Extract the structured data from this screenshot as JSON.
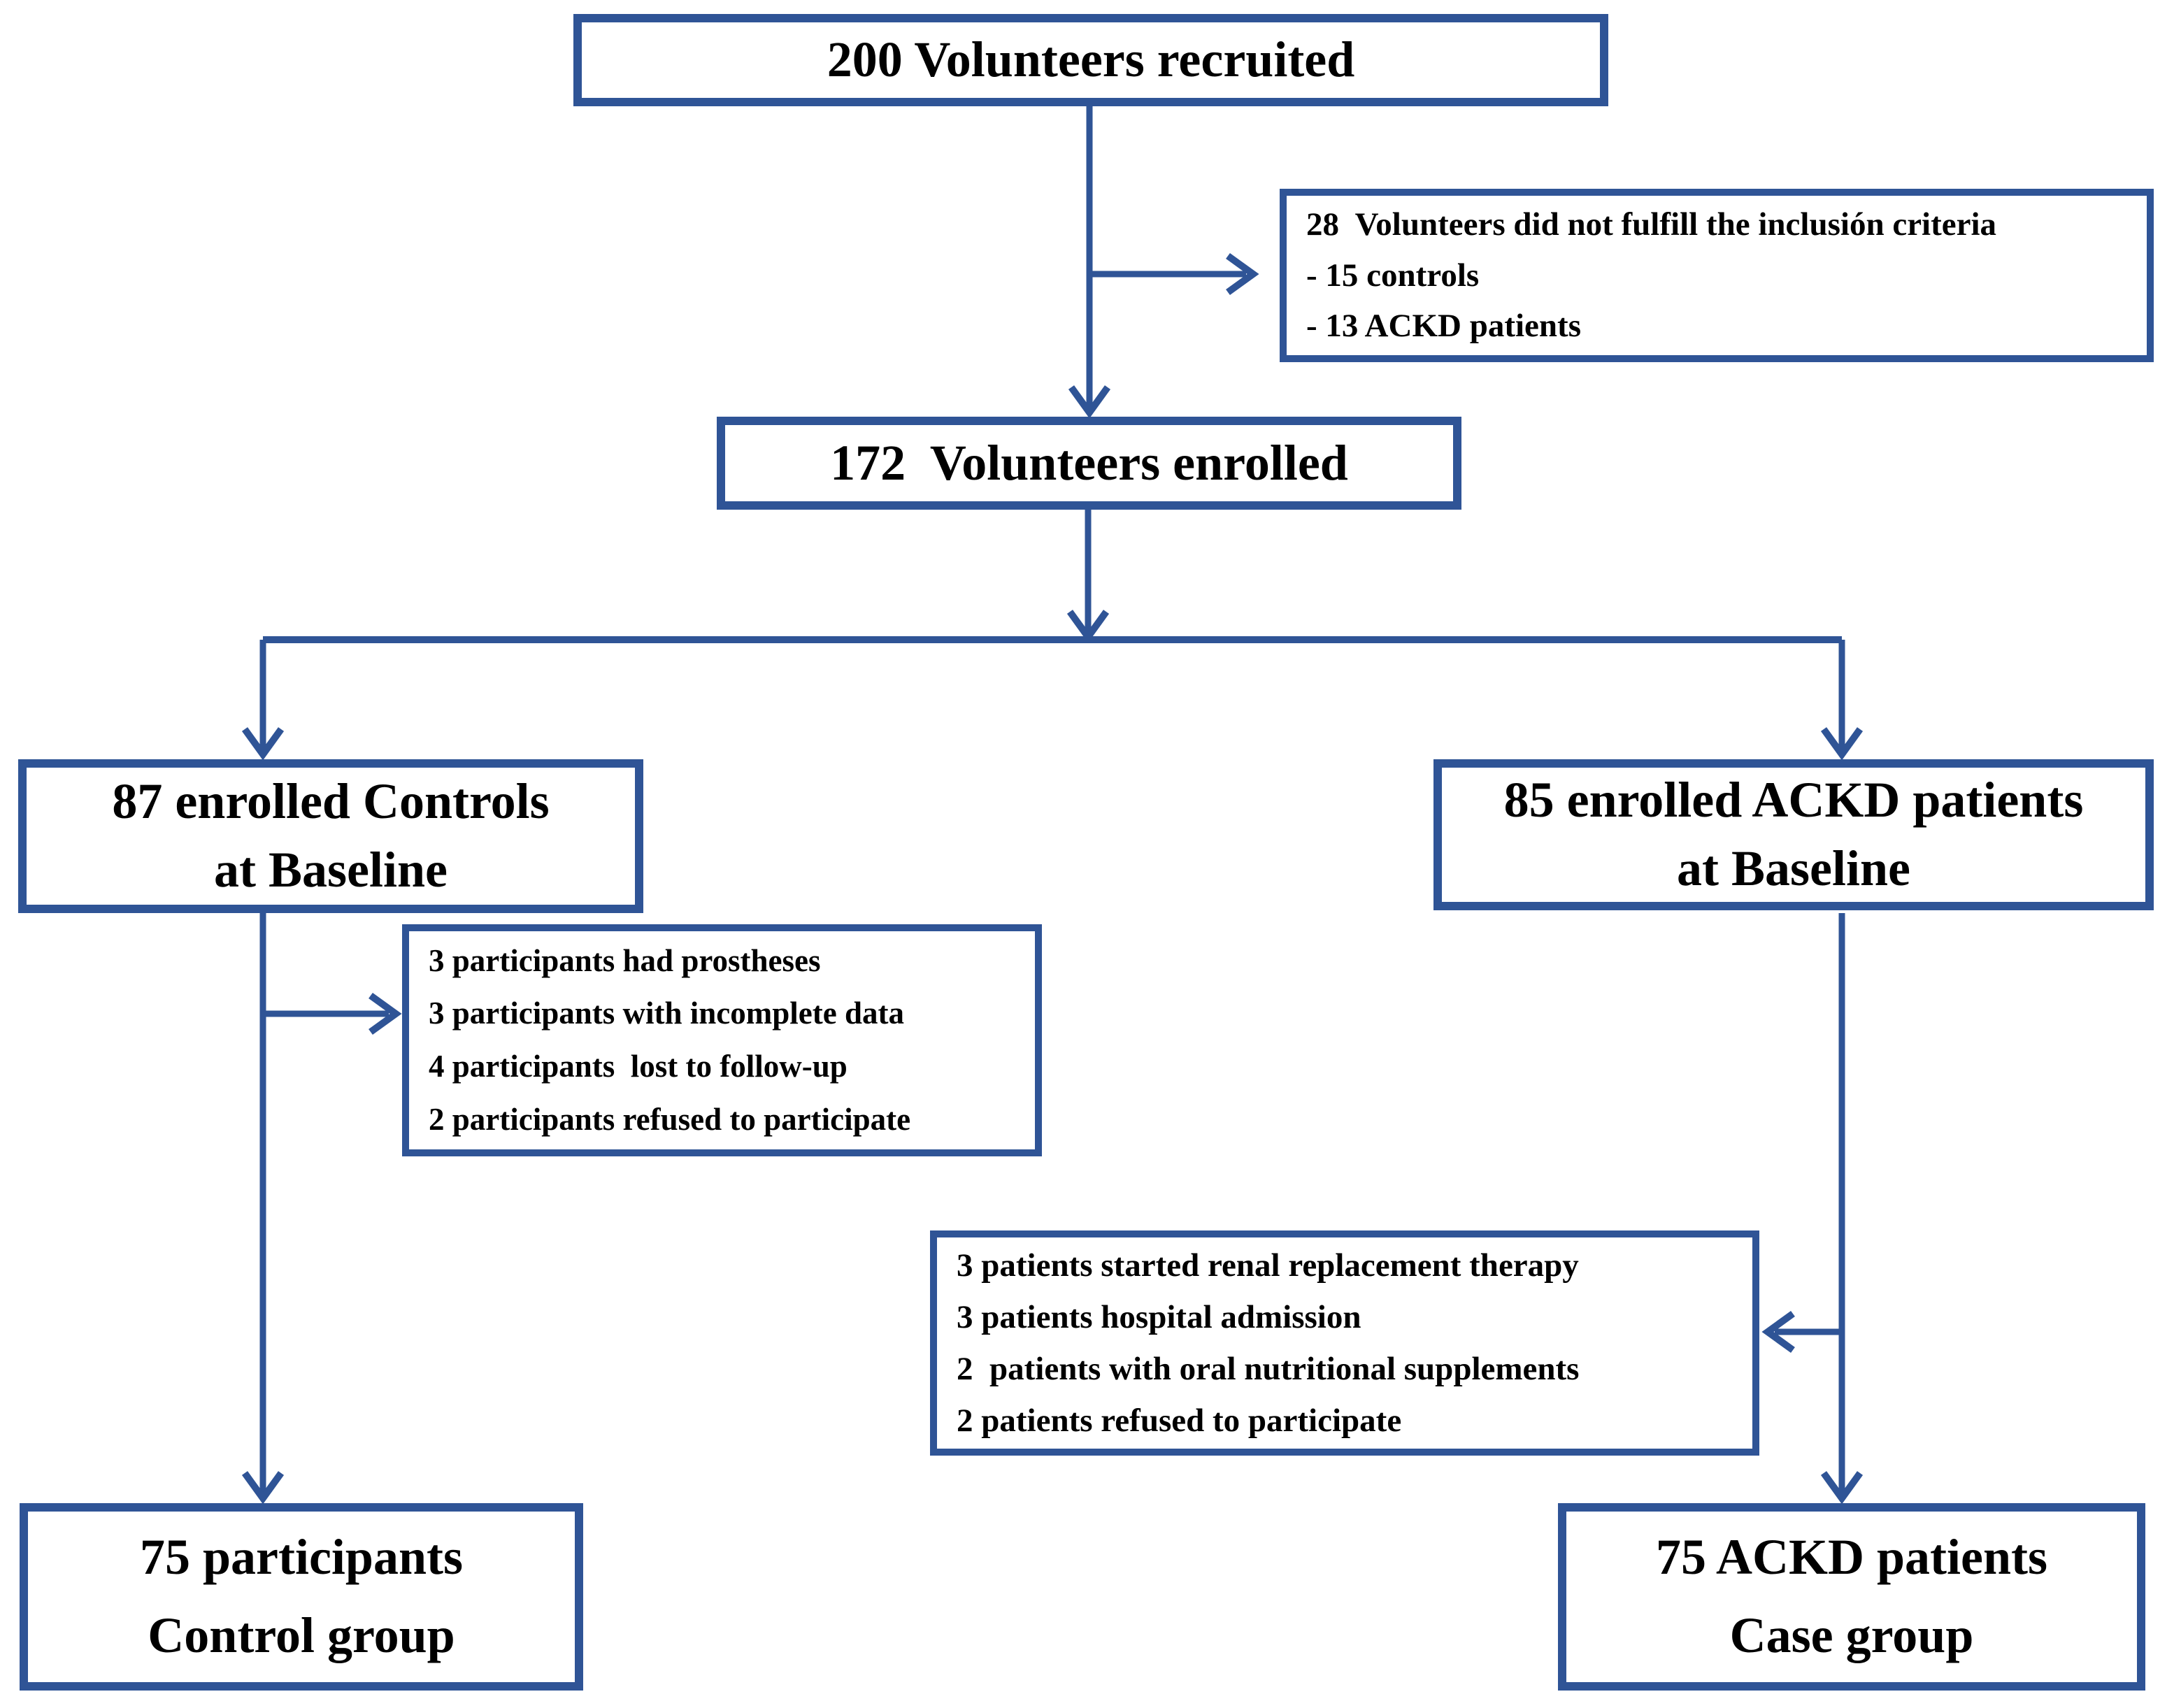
{
  "figure": {
    "type": "participant-flow-diagram",
    "background_color": "#FFFFFF",
    "line_color": "#2F5496",
    "text_color": "#000000",
    "nodes": {
      "recruited": {
        "lines": [
          "200 Volunteers recruited"
        ]
      },
      "not_eligible": {
        "lines": [
          "28  Volunteers did not fulfill the inclusión criteria",
          "- 15 controls",
          "- 13 ACKD patients"
        ]
      },
      "enrolled": {
        "lines": [
          "172  Volunteers enrolled"
        ]
      },
      "controls_baseline": {
        "lines": [
          "87 enrolled Controls",
          "at Baseline"
        ]
      },
      "ackd_baseline": {
        "lines": [
          "85 enrolled ACKD patients",
          "at Baseline"
        ]
      },
      "controls_excluded": {
        "lines": [
          "3 participants had prostheses",
          "3 participants with incomplete data",
          "4 participants  lost to follow-up",
          "2 participants refused to participate"
        ]
      },
      "ackd_excluded": {
        "lines": [
          "3 patients started renal replacement therapy",
          "3 patients hospital admission",
          "2  patients with oral nutritional supplements",
          "2 patients refused to participate"
        ]
      },
      "control_group": {
        "lines": [
          "75 participants",
          "Control group"
        ]
      },
      "case_group": {
        "lines": [
          "75 ACKD patients",
          "Case group"
        ]
      }
    },
    "connectors": [
      {
        "from": "recruited",
        "to": "enrolled",
        "style": "arrow-down"
      },
      {
        "from": "recruited",
        "to": "not_eligible",
        "style": "arrow-right"
      },
      {
        "from": "enrolled",
        "to": "controls_baseline",
        "style": "arrow-down"
      },
      {
        "from": "enrolled",
        "to": "ackd_baseline",
        "style": "arrow-down"
      },
      {
        "from": "controls_baseline",
        "to": "controls_excluded",
        "style": "arrow-right"
      },
      {
        "from": "controls_baseline",
        "to": "control_group",
        "style": "arrow-down"
      },
      {
        "from": "ackd_baseline",
        "to": "ackd_excluded",
        "style": "arrow-left"
      },
      {
        "from": "ackd_baseline",
        "to": "case_group",
        "style": "arrow-down"
      }
    ]
  }
}
